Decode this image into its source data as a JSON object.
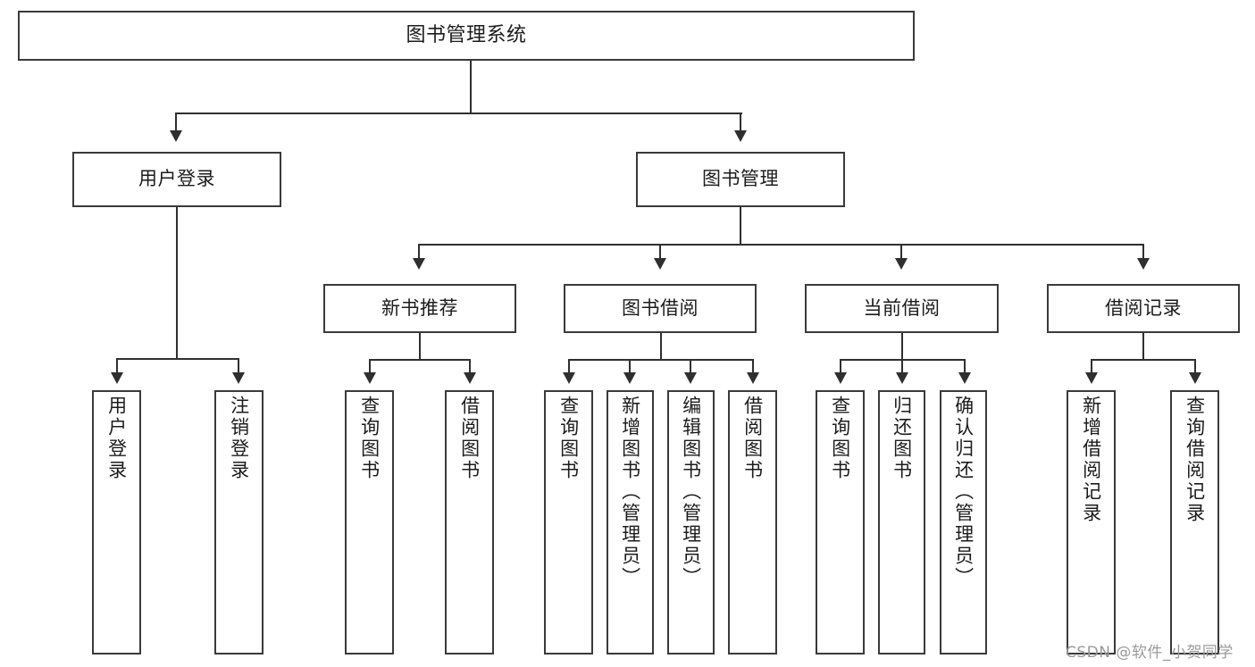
{
  "diagram": {
    "type": "tree-hierarchy-chart",
    "title": "图书管理系统",
    "root": {
      "label": "图书管理系统"
    },
    "level2": [
      {
        "label": "用户登录"
      },
      {
        "label": "图书管理"
      }
    ],
    "level3": [
      {
        "label": "新书推荐"
      },
      {
        "label": "图书借阅"
      },
      {
        "label": "当前借阅"
      },
      {
        "label": "借阅记录"
      }
    ],
    "leaves": {
      "user_login": [
        {
          "label": "用户登录"
        },
        {
          "label": "注销登录"
        }
      ],
      "new_book_recommend": [
        {
          "label": "查询图书"
        },
        {
          "label": "借阅图书"
        }
      ],
      "book_borrow": [
        {
          "label": "查询图书"
        },
        {
          "label": "新增图书（管理员）"
        },
        {
          "label": "编辑图书（管理员）"
        },
        {
          "label": "借阅图书"
        }
      ],
      "current_borrow": [
        {
          "label": "查询图书"
        },
        {
          "label": "归还图书"
        },
        {
          "label": "确认归还（管理员）"
        }
      ],
      "borrow_record": [
        {
          "label": "新增借阅记录"
        },
        {
          "label": "查询借阅记录"
        }
      ]
    }
  },
  "watermark": {
    "text": "CSDN @软件_小贺同学"
  },
  "colors": {
    "box_border": "#3a3a3a",
    "connector": "#2f2f2f",
    "text": "#1c1c1c",
    "background": "#ffffff",
    "watermark": "#9a9a9a"
  }
}
